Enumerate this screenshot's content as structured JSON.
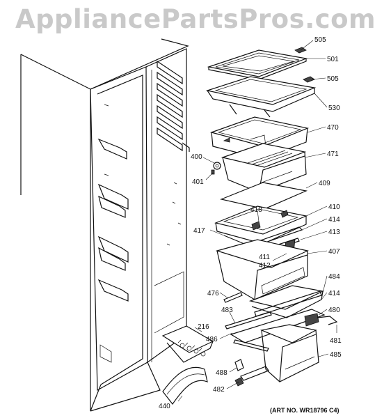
{
  "watermark": "AppliancePartsPros.com",
  "art_number": "(ART NO. WR18796 C4)",
  "callouts": [
    "505",
    "501",
    "505",
    "530",
    "470",
    "471",
    "400",
    "401",
    "409",
    "410",
    "414",
    "418",
    "417",
    "413",
    "407",
    "411",
    "412",
    "484",
    "476",
    "414",
    "480",
    "483",
    "486",
    "216",
    "481",
    "485",
    "488",
    "482",
    "440"
  ]
}
